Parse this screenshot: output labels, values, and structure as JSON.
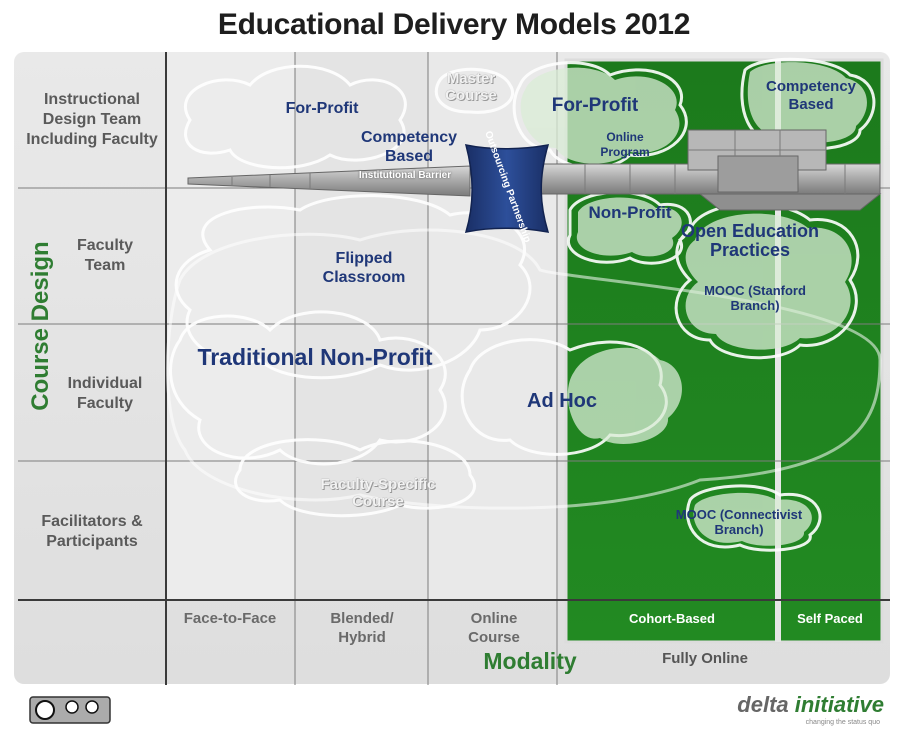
{
  "title": "Educational Delivery Models 2012",
  "axes": {
    "y_label": "Course Design",
    "x_label": "Modality",
    "fully_online_label": "Fully Online"
  },
  "rows": [
    "Instructional Design Team Including Faculty",
    "Faculty Team",
    "Individual Faculty",
    "Facilitators & Participants"
  ],
  "columns": [
    "Face-to-Face",
    "Blended/ Hybrid",
    "Online Course",
    "Cohort-Based",
    "Self Paced"
  ],
  "models": {
    "for_profit_left": "For-Profit",
    "master_course": "Master Course",
    "competency_left": "Competency Based",
    "for_profit_right": "For-Profit",
    "online_program": "Online Program",
    "competency_right": "Competency Based",
    "institutional_barrier": "Institutional Barrier",
    "outsourcing": "Outsourcing Partnership",
    "non_profit": "Non-Profit",
    "open_education": "Open Education Practices",
    "mooc_stanford": "MOOC (Stanford Branch)",
    "flipped": "Flipped Classroom",
    "traditional": "Traditional Non-Profit",
    "ad_hoc": "Ad Hoc",
    "faculty_specific": "Faculty-Specific Course",
    "mooc_connectivist": "MOOC (Connectivist Branch)"
  },
  "footer": {
    "brand_bold": "delta",
    "brand_light": " initiative",
    "tagline": "changing the status quo",
    "license": "cc by nd"
  },
  "colors": {
    "green_dark": "#1e7a1e",
    "green_light": "#3a9b3a",
    "navy": "#1f3778",
    "axis_green": "#2f7d32"
  }
}
